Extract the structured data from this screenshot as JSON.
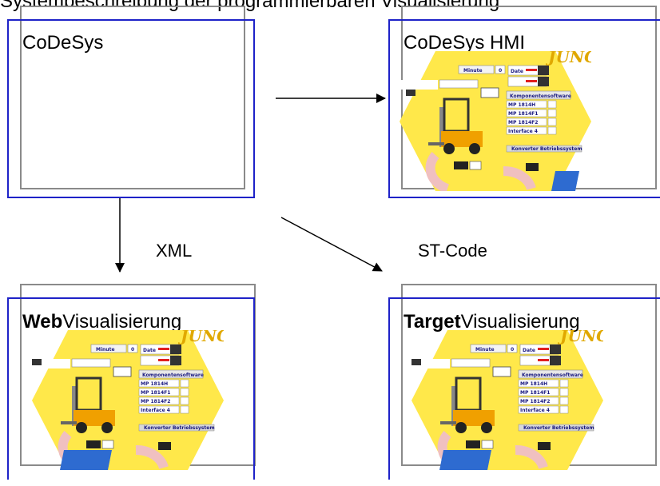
{
  "header": {
    "clipped_text": "Systembeschreibung der programmierbaren Visualisierung"
  },
  "boxes": {
    "codesys": {
      "title": "CoDeSys"
    },
    "hmi": {
      "title": "CoDeSys HMI"
    },
    "web": {
      "title_bold": "Web",
      "title_rest": "Visualisierung"
    },
    "target": {
      "title_bold": "Target",
      "title_rest": "Visualisierung"
    }
  },
  "edges": {
    "xml": "XML",
    "st_code": "ST-Code"
  },
  "hmi_screen": {
    "logo": "JUNG",
    "minute_label": "Minute",
    "minute_value": "0",
    "date_label": "Date",
    "panel_heading": "Komponentensoftware",
    "components": [
      "MP 1814H",
      "MP 1814F1",
      "MP 1814F2",
      "Interface 4"
    ],
    "convert_button": "Konverter Betriebssystem"
  },
  "colors": {
    "frame_gray": "#8a8a8a",
    "frame_blue": "#1e22c8",
    "screen_yellow": "#ffe84a",
    "arc_pink": "#f0c0c0"
  }
}
